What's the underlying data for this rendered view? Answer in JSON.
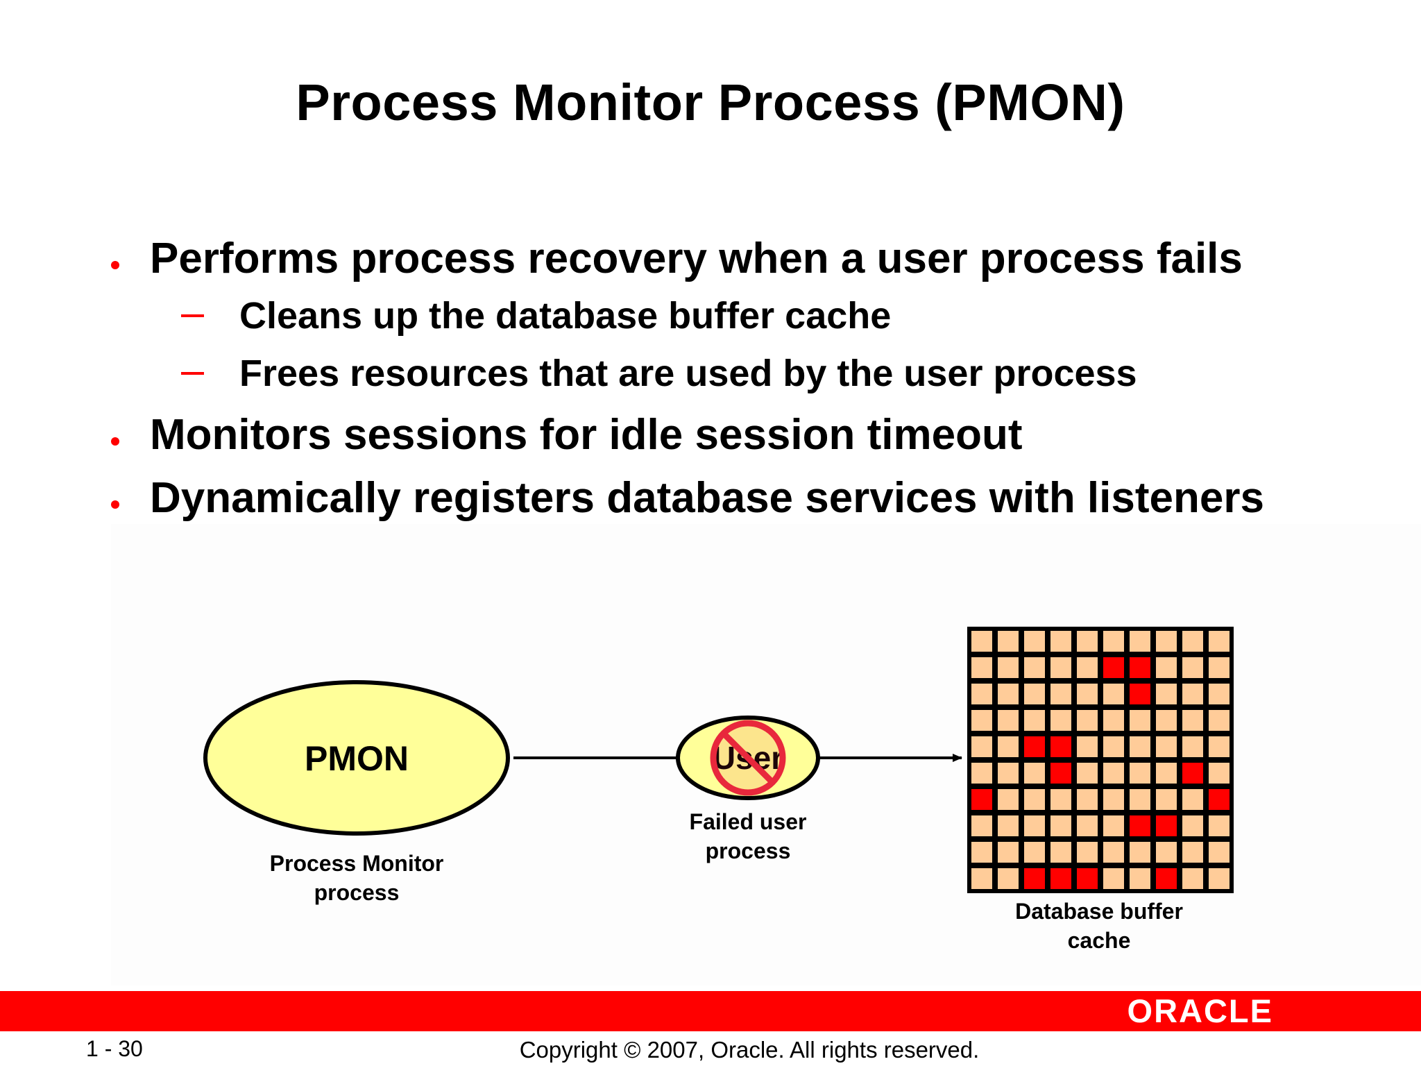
{
  "slide": {
    "title": "Process Monitor Process (PMON)",
    "accent_color": "#ff0000",
    "bullets": [
      "Performs process recovery when a user process fails",
      "Cleans up the database buffer cache",
      "Frees resources that are used by the user process",
      "Monitors sessions for idle session timeout",
      "Dynamically registers database services with listeners"
    ],
    "sub_dash": "–"
  },
  "diagram": {
    "pmon_label": "PMON",
    "pmon_caption_line1": "Process Monitor",
    "pmon_caption_line2": "process",
    "user_label": "User",
    "user_caption_line1": "Failed user",
    "user_caption_line2": "process",
    "cache_caption_line1": "Database buffer",
    "cache_caption_line2": "cache",
    "pmon_fill": "#ffff99",
    "cache_cell_fill": "#ffcc99",
    "cache_dirty_fill": "#ff0000",
    "no_symbol_color": "#e8283c"
  },
  "footer": {
    "brand": "ORACLE",
    "page_number": "1 - 30",
    "copyright": "Copyright © 2007, Oracle. All rights reserved.",
    "bar_color": "#ff0000"
  }
}
